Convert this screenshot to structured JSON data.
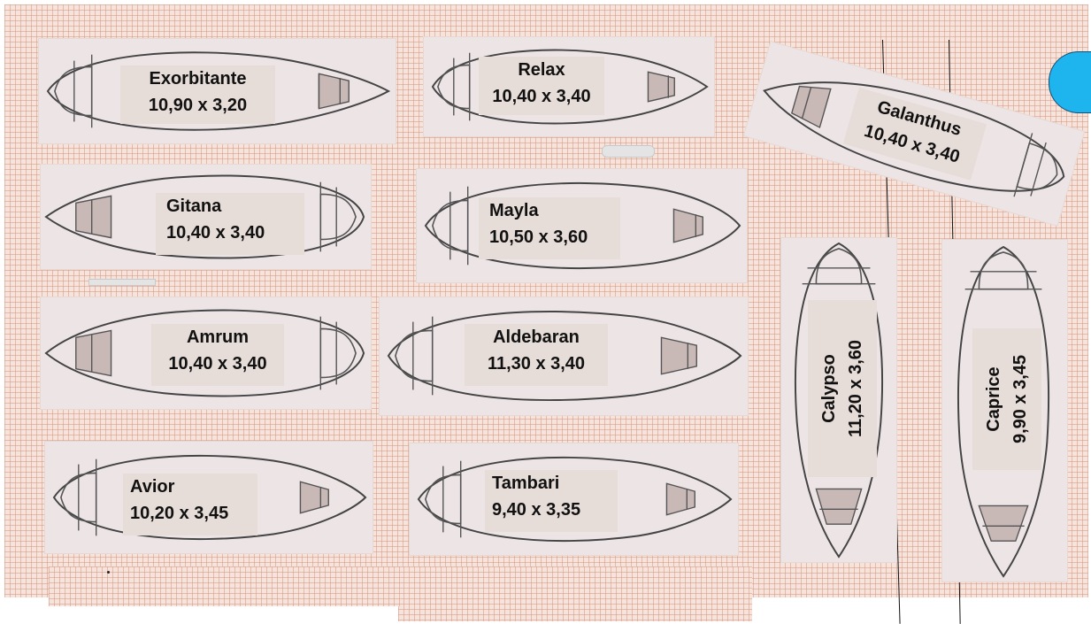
{
  "boats": [
    {
      "id": "exorbitante",
      "name": "Exorbitante",
      "dims": "10,90 x 3,20"
    },
    {
      "id": "relax",
      "name": "Relax",
      "dims": "10,40 x 3,40"
    },
    {
      "id": "galanthus",
      "name": "Galanthus",
      "dims": "10,40 x 3,40"
    },
    {
      "id": "gitana",
      "name": "Gitana",
      "dims": "10,40 x 3,40"
    },
    {
      "id": "mayla",
      "name": "Mayla",
      "dims": "10,50 x 3,60"
    },
    {
      "id": "amrum",
      "name": "Amrum",
      "dims": "10,40 x 3,40"
    },
    {
      "id": "aldebaran",
      "name": "Aldebaran",
      "dims": "11,30 x 3,40"
    },
    {
      "id": "calypso",
      "name": "Calypso",
      "dims": "11,20 x 3,60"
    },
    {
      "id": "caprice",
      "name": "Caprice",
      "dims": "9,90 x 3,45"
    },
    {
      "id": "avior",
      "name": "Avior",
      "dims": "10,20 x 3,45"
    },
    {
      "id": "tambari",
      "name": "Tambari",
      "dims": "9,40 x 3,35"
    }
  ],
  "colors": {
    "grid_background": "#f6e4dc",
    "buoy": "#1eb4ee",
    "card": "#ede4e6"
  }
}
